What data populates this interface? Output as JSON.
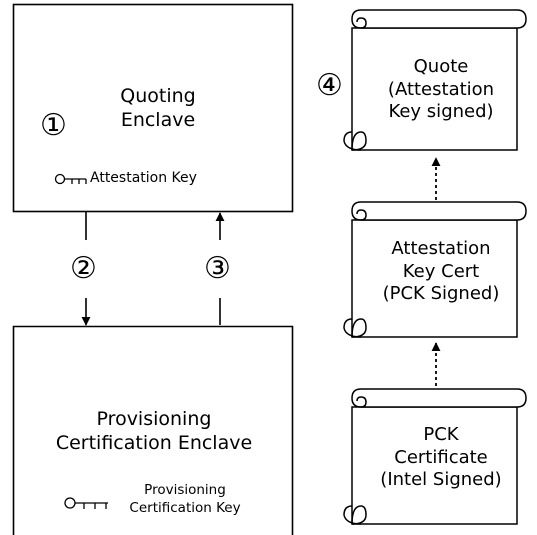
{
  "quoting_enclave": {
    "title_line1": "Quoting",
    "title_line2": "Enclave",
    "key_label": "Attestation Key",
    "key_icon": "key-icon"
  },
  "provisioning_enclave": {
    "title_line1": "Provisioning",
    "title_line2": "Certification Enclave",
    "key_label_line1": "Provisioning",
    "key_label_line2": "Certification Key",
    "key_icon": "key-icon"
  },
  "steps": {
    "step1": "①",
    "step2": "②",
    "step3": "③",
    "step4": "④"
  },
  "scrolls": {
    "quote": {
      "line1": "Quote",
      "line2": "(Attestation",
      "line3": "Key signed)"
    },
    "attestation_cert": {
      "line1": "Attestation",
      "line2": "Key Cert",
      "line3": "(PCK Signed)"
    },
    "pck_cert": {
      "line1": "PCK",
      "line2": "Certificate",
      "line3": "(Intel Signed)"
    }
  }
}
